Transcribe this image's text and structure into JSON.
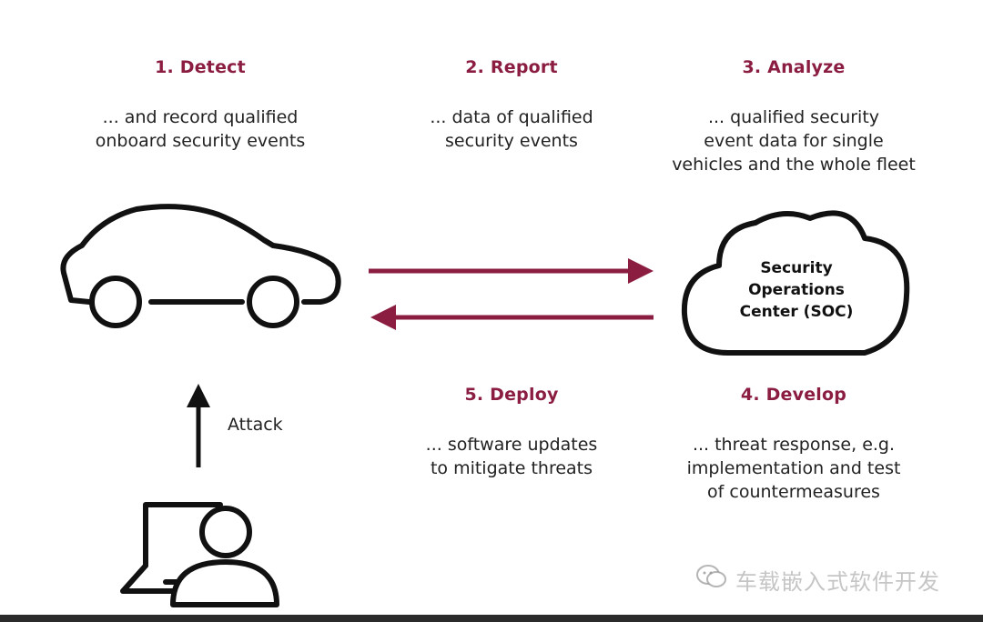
{
  "steps": {
    "detect": {
      "title": "1. Detect",
      "lines": [
        "... and record qualified",
        "onboard security events"
      ]
    },
    "report": {
      "title": "2. Report",
      "lines": [
        "... data of qualified",
        "security events"
      ]
    },
    "analyze": {
      "title": "3. Analyze",
      "lines": [
        "... qualified security",
        "event data for single",
        "vehicles and the whole fleet"
      ]
    },
    "develop": {
      "title": "4. Develop",
      "lines": [
        "... threat response, e.g.",
        "implementation and test",
        "of countermeasures"
      ]
    },
    "deploy": {
      "title": "5. Deploy",
      "lines": [
        "... software updates",
        "to mitigate threats"
      ]
    }
  },
  "soc": {
    "lines": [
      "Security",
      "Operations",
      "Center (SOC)"
    ]
  },
  "attack_label": "Attack",
  "watermark": "车载嵌入式软件开发",
  "icons": {
    "car": "car-icon",
    "cloud": "cloud-icon",
    "attacker": "attacker-laptop-icon",
    "wechat": "wechat-icon"
  },
  "colors": {
    "accent": "#8b1d41",
    "stroke": "#111111"
  }
}
